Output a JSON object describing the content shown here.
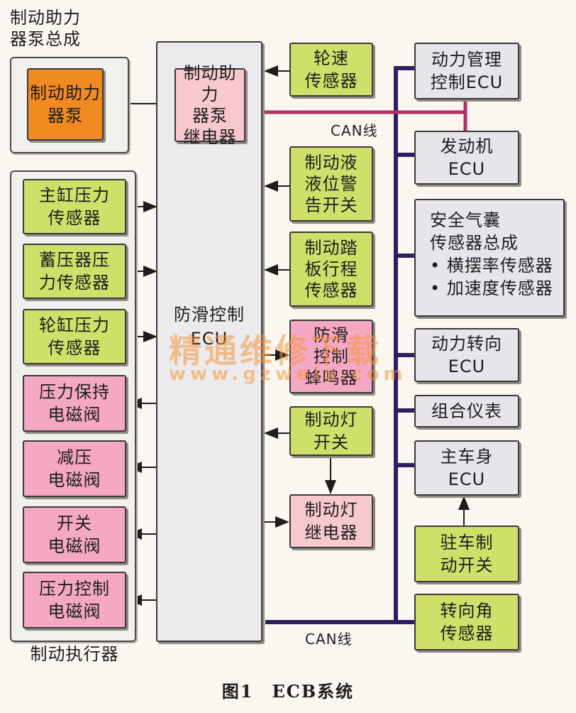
{
  "groups": {
    "pump_assembly": "制动助力\n器泵总成",
    "actuators": "制动执行器"
  },
  "boxes": {
    "pump": "制动助力\n器泵",
    "pump_relay": "制动助力\n器泵\n继电器",
    "main_ecu": "防滑控制\nECU",
    "wheel_speed": "轮速\n传感器",
    "fluid_warning": "制动液\n液位警\n告开关",
    "pedal_stroke": "制动踏\n板行程\n传感器",
    "skid_buzzer": "防滑\n控制\n蜂鸣器",
    "stop_switch": "制动灯\n开关",
    "stop_relay": "制动灯\n继电器",
    "master_cyl": "主缸压力\n传感器",
    "accum": "蓄压器压\n力传感器",
    "wheel_cyl": "轮缸压力\n传感器",
    "hold_valve": "压力保持\n电磁阀",
    "reduce_valve": "减压\n电磁阀",
    "switch_valve": "开关\n电磁阀",
    "control_valve": "压力控制\n电磁阀",
    "power_ecu": "动力管理\n控制ECU",
    "engine_ecu": "发动机\nECU",
    "power_steer": "动力转向\nECU",
    "meter": "组合仪表",
    "body_ecu": "主车身\nECU",
    "parking": "驻车制\n动开关",
    "steer_angle": "转向角\n传感器"
  },
  "airbag": {
    "title": "安全气囊\n传感器总成",
    "items": [
      "横摆率传感器",
      "加速度传感器"
    ]
  },
  "can_labels": [
    "CAN线",
    "CAN线"
  ],
  "watermark": {
    "line1": "精通维修下载",
    "line2": "www.gzweix.com"
  },
  "caption": "图1　ECB系统",
  "colors": {
    "sensor_green": "#cfe06a",
    "valve_pink": "#f4a8c4",
    "relay_pink": "#f7c9cf",
    "ecu_gray": "#e6e5ea",
    "pump_orange": "#f28a22",
    "can_bus": "#2a2060",
    "can_link": "#b03060"
  }
}
